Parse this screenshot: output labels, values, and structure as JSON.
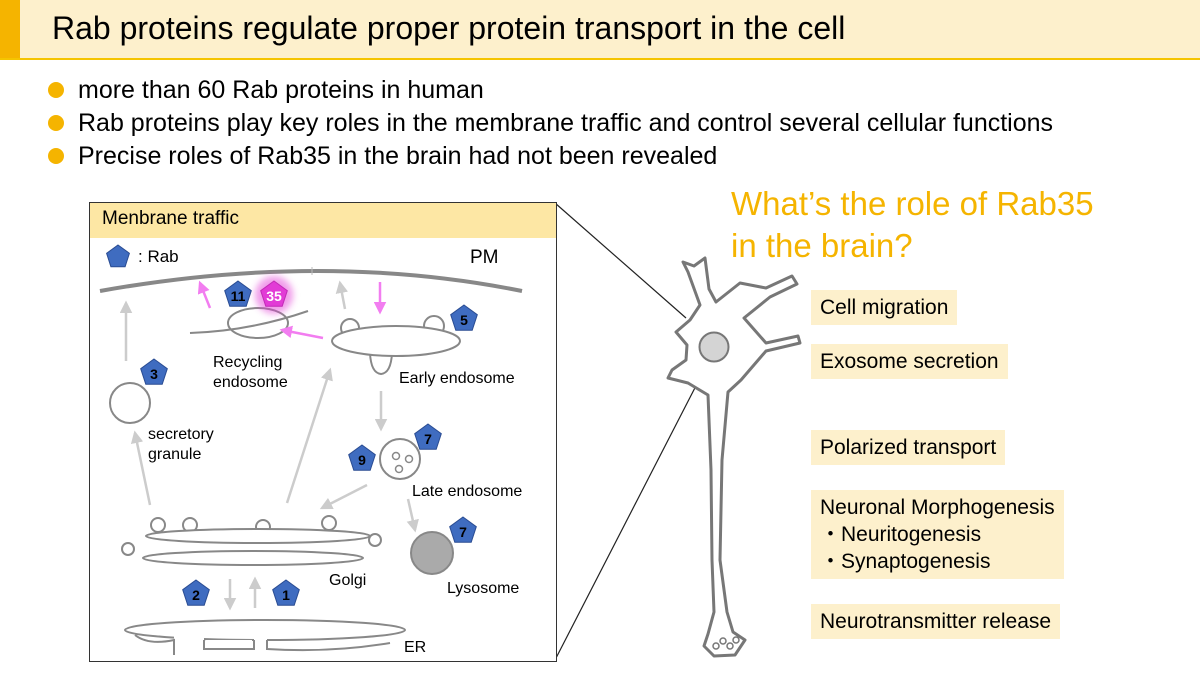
{
  "title": "Rab proteins regulate proper protein transport in the cell",
  "bullets": [
    "more than 60 Rab proteins in human",
    "Rab proteins play key roles in the membrane traffic and control several cellular functions",
    "Precise roles of Rab35 in the brain had not been revealed"
  ],
  "panel": {
    "header": "Menbrane traffic",
    "legend": ": Rab",
    "labels": {
      "pm": "PM",
      "recycling_1": "Recycling",
      "recycling_2": "endosome",
      "early": "Early endosome",
      "secretory_1": "secretory",
      "secretory_2": "granule",
      "late": "Late endosome",
      "golgi": "Golgi",
      "lysosome": "Lysosome",
      "er": "ER"
    },
    "rab_numbers": {
      "r11": "11",
      "r35": "35",
      "r5": "5",
      "r3": "3",
      "r9": "9",
      "r7a": "7",
      "r7b": "7",
      "r2": "2",
      "r1": "1"
    }
  },
  "question": {
    "line1": "What’s the role of Rab35",
    "line2": "in the brain?"
  },
  "functions": {
    "cell_migration": "Cell migration",
    "exosome": "Exosome secretion",
    "polarized": "Polarized transport",
    "morpho": "Neuronal Morphogenesis",
    "neurito": "・Neuritogenesis",
    "synapto": "・Synaptogenesis",
    "neurotrans": "Neurotransmitter release"
  },
  "colors": {
    "accent": "#f5b400",
    "rab_blue": "#3f6cc0",
    "rab35_magenta": "#e23bd6",
    "arrow_gray": "#cccccc",
    "arrow_pink": "#f27df0",
    "label_bg": "#fdf0cc"
  }
}
